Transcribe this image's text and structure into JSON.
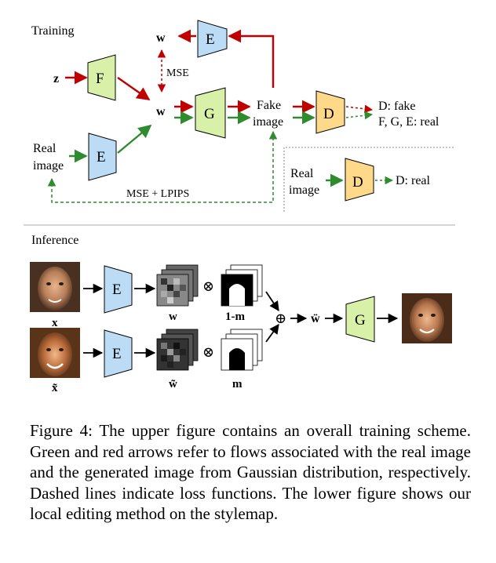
{
  "training": {
    "section_label": "Training",
    "z": "z",
    "F": "F",
    "E_top": "E",
    "E_real": "E",
    "G": "G",
    "D": "D",
    "D_real": "D",
    "w_top": "w",
    "w_mid": "w",
    "mse": "MSE",
    "fake_image_line1": "Fake",
    "fake_image_line2": "image",
    "real_image_line1": "Real",
    "real_image_line2": "image",
    "real_image2_line1": "Real",
    "real_image2_line2": "image",
    "d_fake_label": "D: fake",
    "fge_real_label": "F, G, E: real",
    "d_real_label": "D: real",
    "mse_lpips": "MSE + LPIPS"
  },
  "inference": {
    "section_label": "Inference",
    "E1": "E",
    "E2": "E",
    "G": "G",
    "x": "x",
    "x_tilde": "x̃",
    "w": "w",
    "w_tilde": "w̃",
    "one_minus_m": "1-m",
    "m": "m",
    "otimes1": "⊗",
    "otimes2": "⊗",
    "oplus": "⊕",
    "w_ddot": "ẅ"
  },
  "caption": "Figure 4: The upper figure contains an overall training scheme. Green and red arrows refer to flows associated with the real image and the generated image from Gaussian distribution, respectively. Dashed lines indicate loss functions. The lower figure shows our local editing method on the stylemap.",
  "colors": {
    "red": "#c00000",
    "green": "#2e8b2e",
    "encoder_fill": "#bcdcf5",
    "generator_fill": "#d8f0a8",
    "discriminator_fill": "#ffd98a",
    "divider": "#aaaaaa"
  }
}
